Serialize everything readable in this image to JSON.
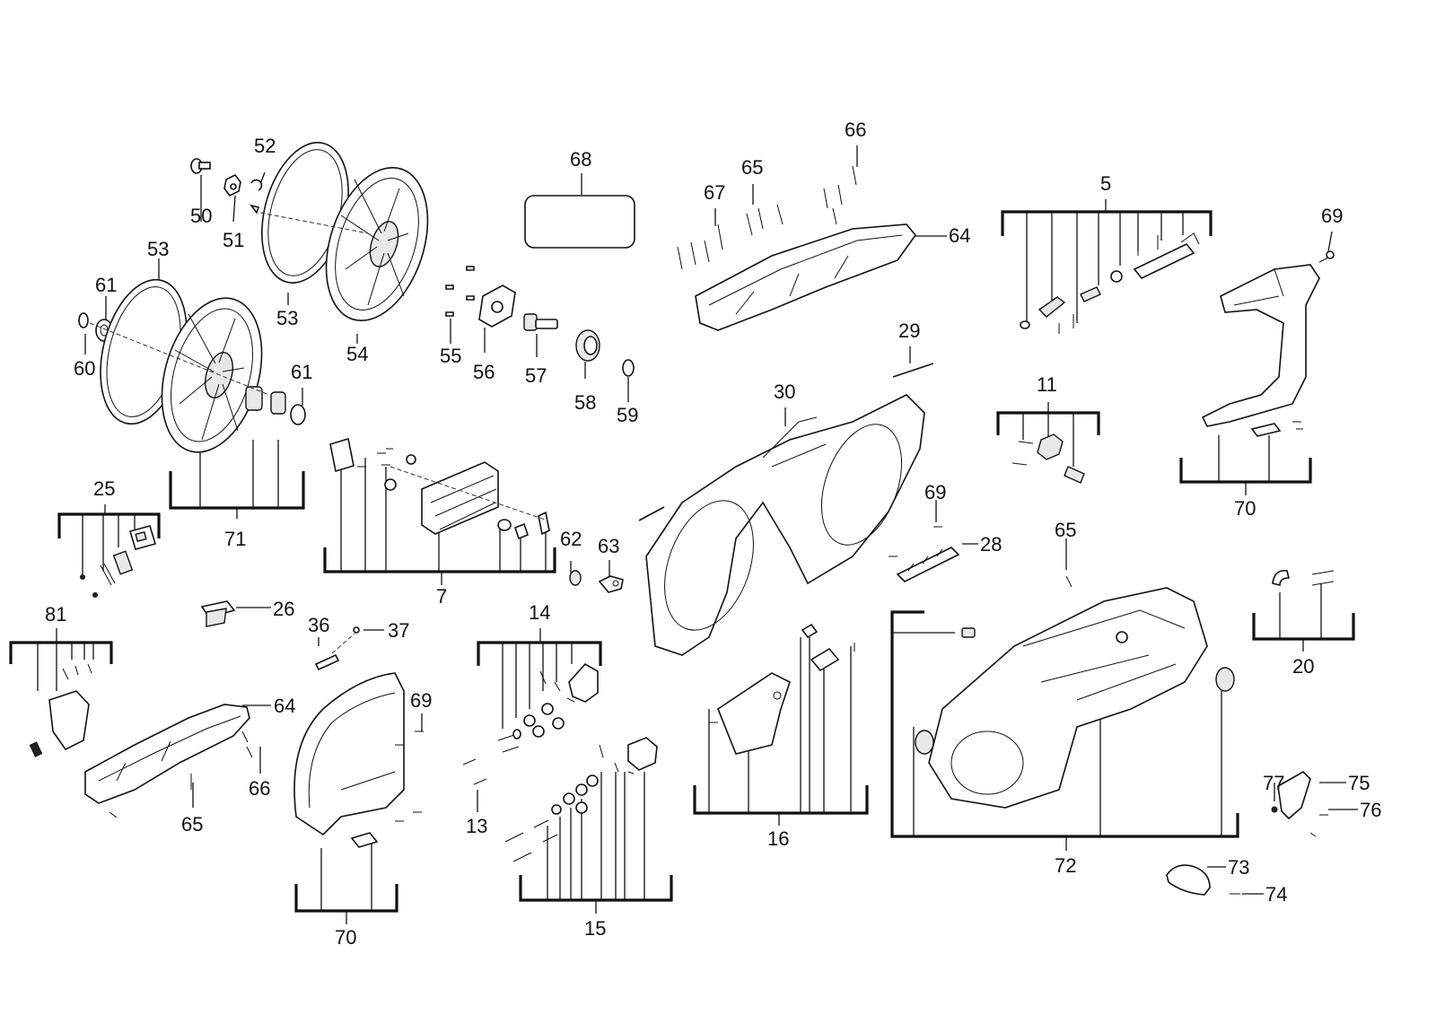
{
  "labels": [
    "50",
    "51",
    "52",
    "53",
    "53",
    "54",
    "61",
    "60",
    "61",
    "71",
    "68",
    "55",
    "56",
    "57",
    "58",
    "59",
    "66",
    "65",
    "67",
    "64",
    "5",
    "69",
    "29",
    "30",
    "11",
    "70",
    "25",
    "7",
    "62",
    "63",
    "69",
    "28",
    "26",
    "81",
    "36",
    "37",
    "14",
    "65",
    "64",
    "69",
    "66",
    "65",
    "13",
    "16",
    "72",
    "20",
    "15",
    "70",
    "77",
    "75",
    "76",
    "73",
    "74"
  ],
  "colors": {
    "line": "#111111",
    "background": "#ffffff",
    "shade": "#e8e8e8"
  }
}
